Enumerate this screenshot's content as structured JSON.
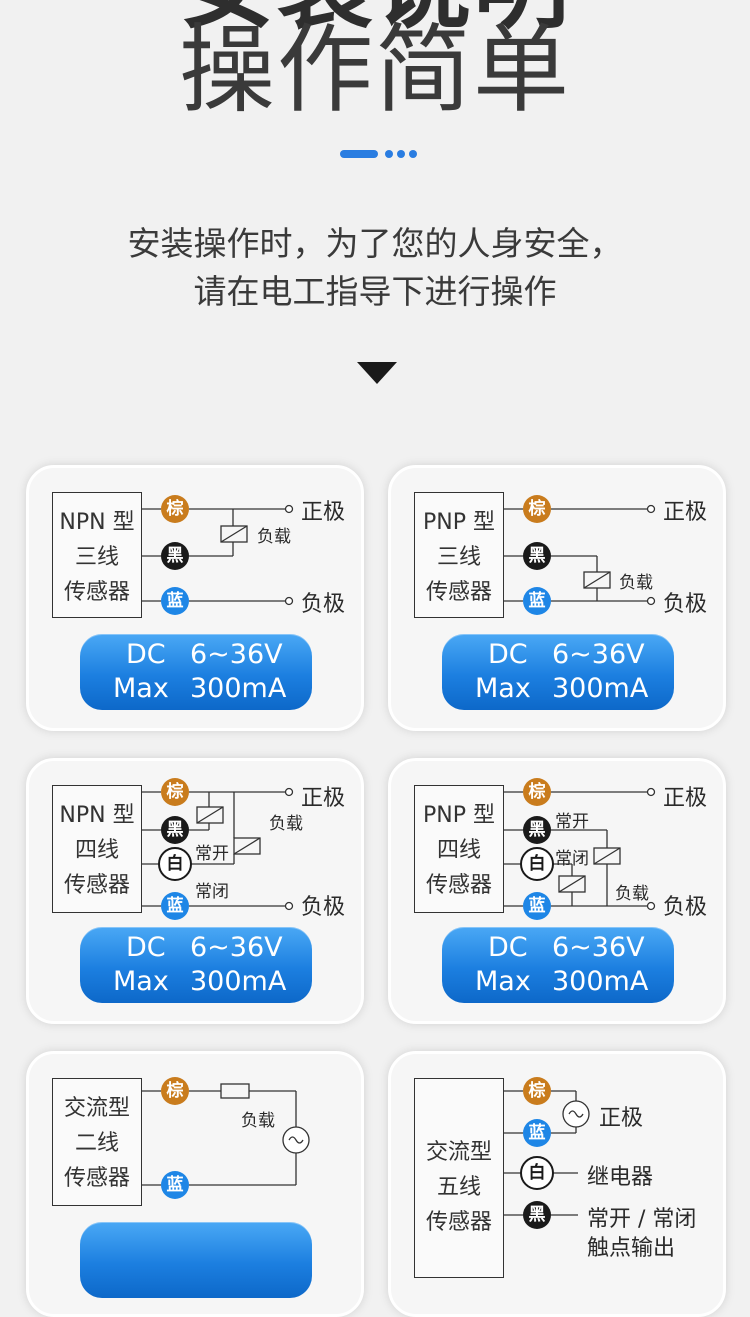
{
  "hero": {
    "prev_title": "安装说明",
    "title": "操作简单"
  },
  "colors": {
    "accent": "#2a7de1",
    "brown": "#c97c1d",
    "black": "#1a1a1a",
    "blue": "#1e86e6"
  },
  "intro": {
    "line1": "安装操作时，为了您的人身安全，",
    "line2": "请在电工指导下进行操作"
  },
  "wire_labels": {
    "brown": "棕",
    "black": "黑",
    "blue": "蓝",
    "white": "白"
  },
  "terms": {
    "positive": "正极",
    "negative": "负极",
    "load": "负载",
    "no": "常开",
    "nc": "常闭",
    "relay": "继电器",
    "no_nc": "常开 / 常闭",
    "output_cut": "触点输出"
  },
  "cards": [
    {
      "type": "NPN 型",
      "wires": "三线",
      "kind": "传感器",
      "dc": "DC",
      "dc_val": "6~36V",
      "max": "Max",
      "max_val": "300mA"
    },
    {
      "type": "PNP 型",
      "wires": "三线",
      "kind": "传感器",
      "dc": "DC",
      "dc_val": "6~36V",
      "max": "Max",
      "max_val": "300mA"
    },
    {
      "type": "NPN 型",
      "wires": "四线",
      "kind": "传感器",
      "dc": "DC",
      "dc_val": "6~36V",
      "max": "Max",
      "max_val": "300mA"
    },
    {
      "type": "PNP 型",
      "wires": "四线",
      "kind": "传感器",
      "dc": "DC",
      "dc_val": "6~36V",
      "max": "Max",
      "max_val": "300mA"
    },
    {
      "type": "交流型",
      "wires": "二线",
      "kind": "传感器"
    },
    {
      "type": "交流型",
      "wires": "五线",
      "kind": "传感器"
    }
  ],
  "icons": {
    "scroll_down": "down-arrow-icon",
    "ac_source": "ac-source-icon",
    "relay_coil": "relay-coil-icon"
  }
}
